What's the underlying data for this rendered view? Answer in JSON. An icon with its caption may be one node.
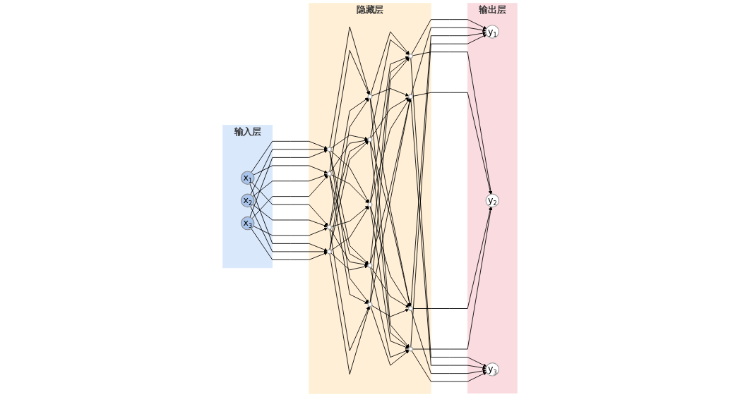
{
  "diagram": {
    "nodes": [
      {
        "text": [
          "输入层"
        ]
      },
      {
        "text": [
          "x$_{1}$"
        ],
        "in": 0
      },
      {
        "text": [
          "x$_{2}$"
        ],
        "in": 0
      },
      {
        "text": [
          "x$_{3}$"
        ],
        "in": 0
      },
      {
        "text": [
          "隐藏层"
        ]
      },
      {
        "text": [],
        "shape": "circle",
        "in": 4
      },
      {
        "text": [],
        "shape": "circle",
        "in": 4
      },
      {
        "text": [],
        "shape": "circle",
        "in": 4
      },
      {
        "text": [],
        "shape": "circle",
        "in": 4
      },
      {
        "text": [],
        "shape": "circle",
        "in": 4
      },
      {
        "text": [],
        "shape": "circle",
        "in": 4
      },
      {
        "text": [],
        "shape": "circle",
        "in": 4
      },
      {
        "text": [],
        "shape": "circle",
        "in": 4
      },
      {
        "text": [],
        "shape": "circle",
        "in": 4
      },
      {
        "text": [],
        "shape": "circle",
        "in": 4
      },
      {
        "text": [],
        "shape": "circle",
        "in": 4
      },
      {
        "text": [],
        "shape": "circle",
        "in": 4
      },
      {
        "text": [],
        "shape": "circle",
        "in": 4
      },
      {
        "text": [
          "输出层"
        ]
      },
      {
        "text": [
          "y$_{1}$"
        ],
        "in": 18
      },
      {
        "text": [
          "y$_{2}$"
        ],
        "in": 18
      },
      {
        "text": [
          "y$_{3}$"
        ],
        "in": 18
      }
    ],
    "edges": [
      {
        "from": 1,
        "to": 5,
        "arrow": "to"
      },
      {
        "from": 1,
        "to": 6,
        "arrow": "to"
      },
      {
        "from": 1,
        "to": 7,
        "arrow": "to"
      },
      {
        "from": 1,
        "to": 8,
        "arrow": "to"
      },
      {
        "from": 2,
        "to": 5,
        "arrow": "to"
      },
      {
        "from": 2,
        "to": 6,
        "arrow": "to"
      },
      {
        "from": 2,
        "to": 7,
        "arrow": "to"
      },
      {
        "from": 2,
        "to": 8,
        "arrow": "to"
      },
      {
        "from": 3,
        "to": 5,
        "arrow": "to"
      },
      {
        "from": 3,
        "to": 6,
        "arrow": "to"
      },
      {
        "from": 3,
        "to": 7,
        "arrow": "to"
      },
      {
        "from": 3,
        "to": 8,
        "arrow": "to"
      },
      {
        "from": 5,
        "to": 9,
        "arrow": "to"
      },
      {
        "from": 5,
        "to": 10,
        "arrow": "to"
      },
      {
        "from": 5,
        "to": 11,
        "arrow": "to"
      },
      {
        "from": 5,
        "to": 12,
        "arrow": "to"
      },
      {
        "from": 5,
        "to": 13,
        "arrow": "to"
      },
      {
        "from": 6,
        "to": 9,
        "arrow": "to"
      },
      {
        "from": 6,
        "to": 10,
        "arrow": "to"
      },
      {
        "from": 6,
        "to": 11,
        "arrow": "to"
      },
      {
        "from": 6,
        "to": 12,
        "arrow": "to"
      },
      {
        "from": 6,
        "to": 13,
        "arrow": "to"
      },
      {
        "from": 7,
        "to": 9,
        "arrow": "to"
      },
      {
        "from": 7,
        "to": 10,
        "arrow": "to"
      },
      {
        "from": 7,
        "to": 11,
        "arrow": "to"
      },
      {
        "from": 7,
        "to": 12,
        "arrow": "to"
      },
      {
        "from": 7,
        "to": 13,
        "arrow": "to"
      },
      {
        "from": 8,
        "to": 9,
        "arrow": "to"
      },
      {
        "from": 8,
        "to": 10,
        "arrow": "to"
      },
      {
        "from": 8,
        "to": 11,
        "arrow": "to"
      },
      {
        "from": 8,
        "to": 12,
        "arrow": "to"
      },
      {
        "from": 8,
        "to": 13,
        "arrow": "to"
      },
      {
        "from": 9,
        "to": 14,
        "arrow": "to"
      },
      {
        "from": 9,
        "to": 15,
        "arrow": "to"
      },
      {
        "from": 9,
        "to": 16,
        "arrow": "to"
      },
      {
        "from": 9,
        "to": 17,
        "arrow": "to"
      },
      {
        "from": 10,
        "to": 14,
        "arrow": "to"
      },
      {
        "from": 10,
        "to": 15,
        "arrow": "to"
      },
      {
        "from": 10,
        "to": 16,
        "arrow": "to"
      },
      {
        "from": 10,
        "to": 17,
        "arrow": "to"
      },
      {
        "from": 11,
        "to": 14,
        "arrow": "to"
      },
      {
        "from": 11,
        "to": 15,
        "arrow": "to"
      },
      {
        "from": 11,
        "to": 16,
        "arrow": "to"
      },
      {
        "from": 11,
        "to": 17,
        "arrow": "to"
      },
      {
        "from": 12,
        "to": 14,
        "arrow": "to"
      },
      {
        "from": 12,
        "to": 15,
        "arrow": "to"
      },
      {
        "from": 12,
        "to": 16,
        "arrow": "to"
      },
      {
        "from": 12,
        "to": 17,
        "arrow": "to"
      },
      {
        "from": 13,
        "to": 14,
        "arrow": "to"
      },
      {
        "from": 13,
        "to": 15,
        "arrow": "to"
      },
      {
        "from": 13,
        "to": 16,
        "arrow": "to"
      },
      {
        "from": 13,
        "to": 17,
        "arrow": "to"
      },
      {
        "from": 14,
        "to": 19,
        "arrow": "to"
      },
      {
        "from": 14,
        "to": 20,
        "arrow": "to"
      },
      {
        "from": 14,
        "to": 21,
        "arrow": "to"
      },
      {
        "from": 15,
        "to": 19,
        "arrow": "to"
      },
      {
        "from": 15,
        "to": 20,
        "arrow": "to"
      },
      {
        "from": 15,
        "to": 21,
        "arrow": "to"
      },
      {
        "from": 16,
        "to": 19,
        "arrow": "to"
      },
      {
        "from": 16,
        "to": 20,
        "arrow": "to"
      },
      {
        "from": 16,
        "to": 21,
        "arrow": "to"
      },
      {
        "from": 17,
        "to": 19,
        "arrow": "to"
      },
      {
        "from": 17,
        "to": 20,
        "arrow": "to"
      },
      {
        "from": 17,
        "to": 21,
        "arrow": "to"
      }
    ]
  }
}
